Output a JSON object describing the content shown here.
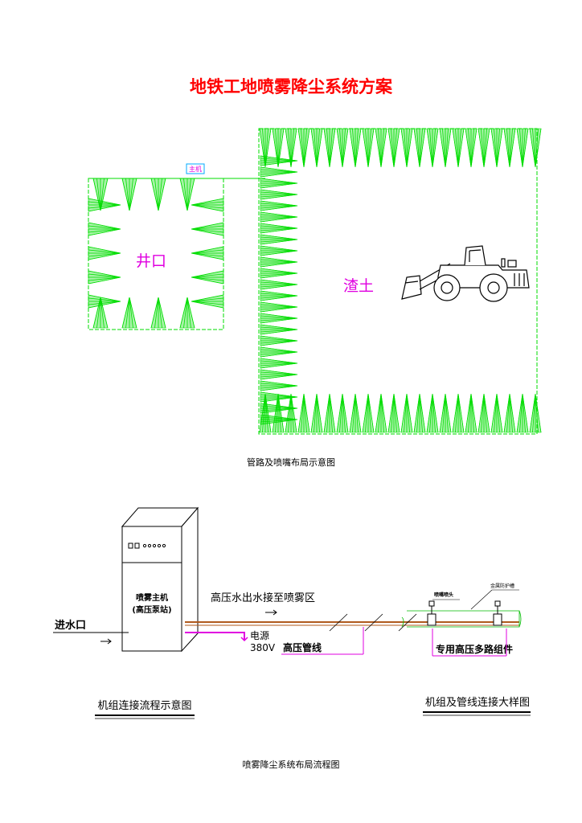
{
  "title": "地铁工地喷雾降尘系统方案",
  "top_diagram": {
    "main_unit_label": "主机",
    "well_label": "井口",
    "muck_label": "渣土",
    "caption": "管路及喷嘴布局示意图"
  },
  "bottom_diagram": {
    "unit_name_line1": "喷雾主机",
    "unit_name_line2": "(高压泵站)",
    "water_inlet": "进水口",
    "hp_outlet": "高压水出水接至喷雾区",
    "power_label": "电源",
    "power_voltage": "380V",
    "hp_pipe": "高压管线",
    "nozzle_label": "喷嘴喷头",
    "guard_label": "金属防护槽",
    "multi_assembly": "专用高压多路组件",
    "left_caption": "机组连接流程示意图",
    "right_caption": "机组及管线连接大样图",
    "caption": "喷雾降尘系统布局流程图"
  },
  "colors": {
    "title": "#ff0000",
    "spray": "#00dd00",
    "label": "#e000e0",
    "pipe": "#b05a1e"
  }
}
